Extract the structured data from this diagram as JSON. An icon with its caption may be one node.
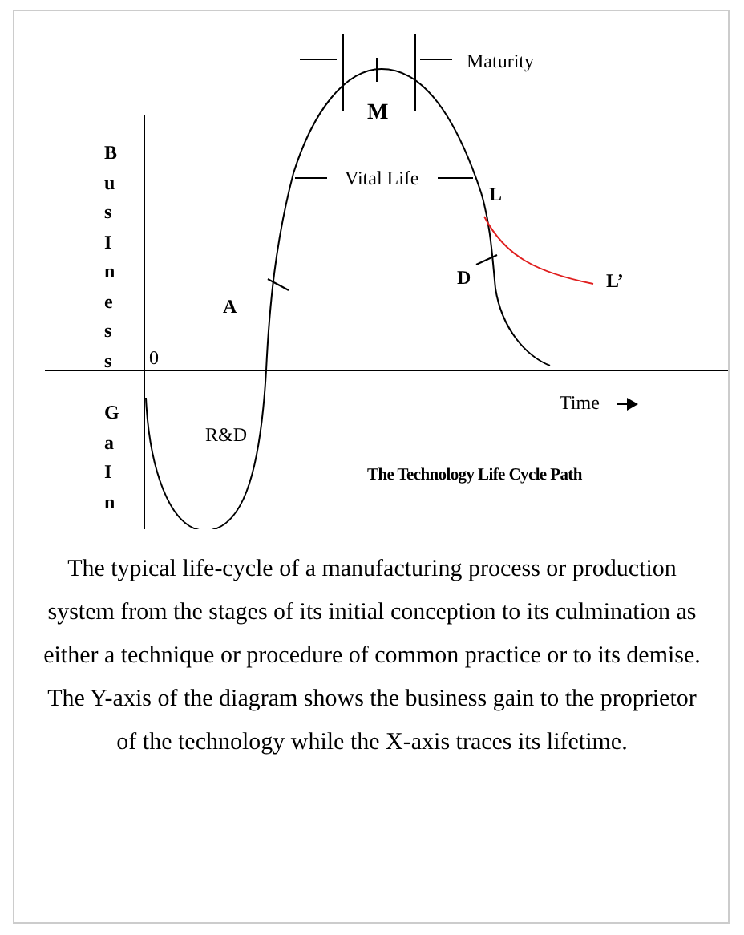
{
  "diagram": {
    "title": "The Technology Life Cycle Path",
    "caption": "The typical life-cycle of a manufacturing process or production system from the stages of its initial conception to its culmination as either a technique or procedure of common practice or to its demise. The Y-axis of the diagram shows the business gain to the proprietor of the technology while the X-axis traces its lifetime.",
    "labels": [
      "Maturity",
      "M",
      "BusIness",
      "Vital Life",
      "L",
      "D",
      "L’",
      "A",
      "0",
      "Time",
      "GaIn",
      "R&D"
    ]
  }
}
